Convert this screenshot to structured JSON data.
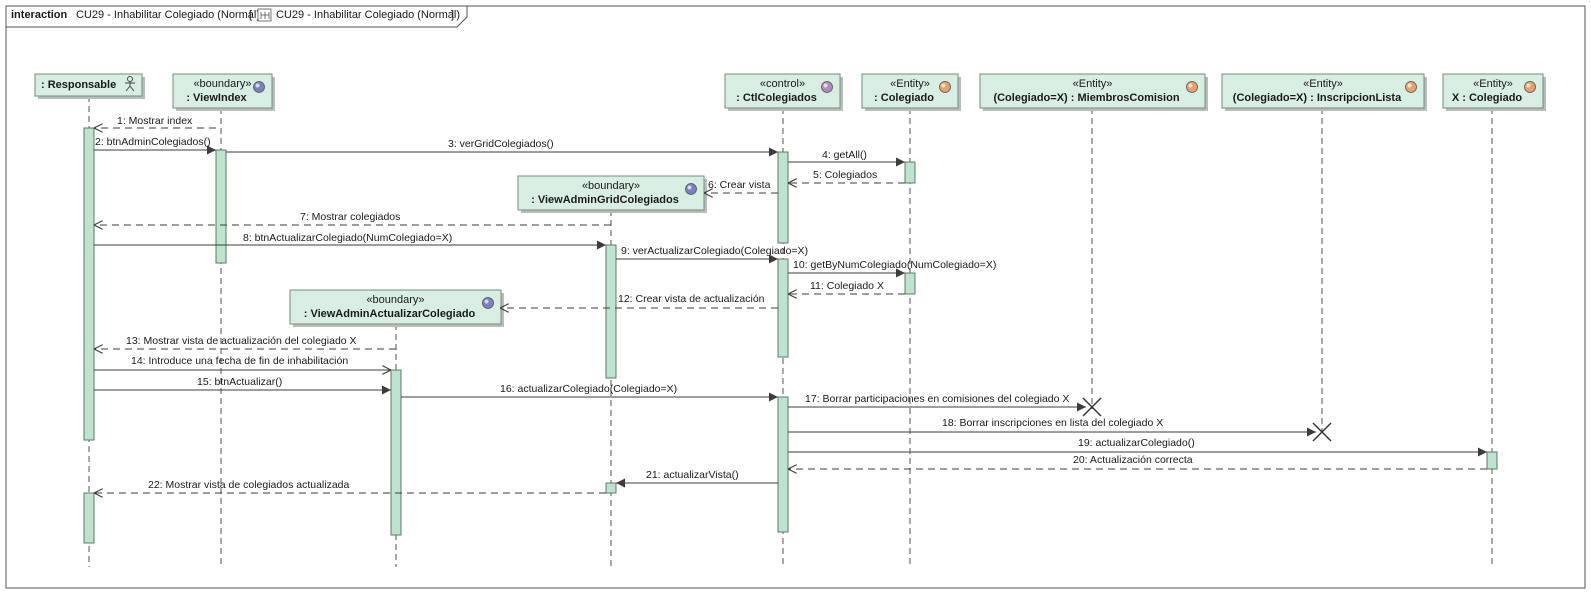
{
  "frame": {
    "keyword": "interaction",
    "title": "CU29 - Inhabilitar Colegiado (Normal)",
    "ref_title": "CU29 - Inhabilitar Colegiado (Normal)"
  },
  "colors": {
    "box_fill": "#d9eee3",
    "box_stroke": "#6f8f7e",
    "activation_fill": "#bfe3cf",
    "line": "#3c3c3c"
  },
  "lifelines": [
    {
      "id": "responsable",
      "stereotype": "",
      "name": ": Responsable",
      "icon": "actor-icon"
    },
    {
      "id": "viewindex",
      "stereotype": "«boundary»",
      "name": ": ViewIndex",
      "icon": "boundary-icon"
    },
    {
      "id": "vagrid",
      "stereotype": "«boundary»",
      "name": ": ViewAdminGridColegiados",
      "icon": "boundary-icon"
    },
    {
      "id": "vaact",
      "stereotype": "«boundary»",
      "name": ": ViewAdminActualizarColegiado",
      "icon": "boundary-icon"
    },
    {
      "id": "ctl",
      "stereotype": "«control»",
      "name": ": CtlColegiados",
      "icon": "control-icon"
    },
    {
      "id": "colegiado",
      "stereotype": "«Entity»",
      "name": ": Colegiado",
      "icon": "entity-icon"
    },
    {
      "id": "miembros",
      "stereotype": "«Entity»",
      "name": "(Colegiado=X) : MiembrosComision",
      "icon": "entity-icon"
    },
    {
      "id": "inscripcion",
      "stereotype": "«Entity»",
      "name": "(Colegiado=X) : InscripcionLista",
      "icon": "entity-icon"
    },
    {
      "id": "xcolegiado",
      "stereotype": "«Entity»",
      "name": "X : Colegiado",
      "icon": "entity-icon"
    }
  ],
  "messages": [
    {
      "label": "1: Mostrar index"
    },
    {
      "label": "2: btnAdminColegiados()"
    },
    {
      "label": "3: verGridColegiados()"
    },
    {
      "label": "4: getAll()"
    },
    {
      "label": "5: Colegiados"
    },
    {
      "label": "6: Crear vista"
    },
    {
      "label": "7: Mostrar colegiados"
    },
    {
      "label": "8: btnActualizarColegiado(NumColegiado=X)"
    },
    {
      "label": "9: verActualizarColegiado(Colegiado=X)"
    },
    {
      "label": "10: getByNumColegiado(NumColegiado=X)"
    },
    {
      "label": "11: Colegiado X"
    },
    {
      "label": "12: Crear vista de actualización"
    },
    {
      "label": "13: Mostrar vista de actualización del colegiado X"
    },
    {
      "label": "14: Introduce una fecha de fin de inhabilitación"
    },
    {
      "label": "15: btnActualizar()"
    },
    {
      "label": "16: actualizarColegiado(Colegiado=X)"
    },
    {
      "label": "17: Borrar participaciones en comisiones del colegiado X"
    },
    {
      "label": "18: Borrar inscripciones en lista del colegiado X"
    },
    {
      "label": "19: actualizarColegiado()"
    },
    {
      "label": "20: Actualización correcta"
    },
    {
      "label": "21: actualizarVista()"
    },
    {
      "label": "22: Mostrar vista de colegiados actualizada"
    }
  ]
}
